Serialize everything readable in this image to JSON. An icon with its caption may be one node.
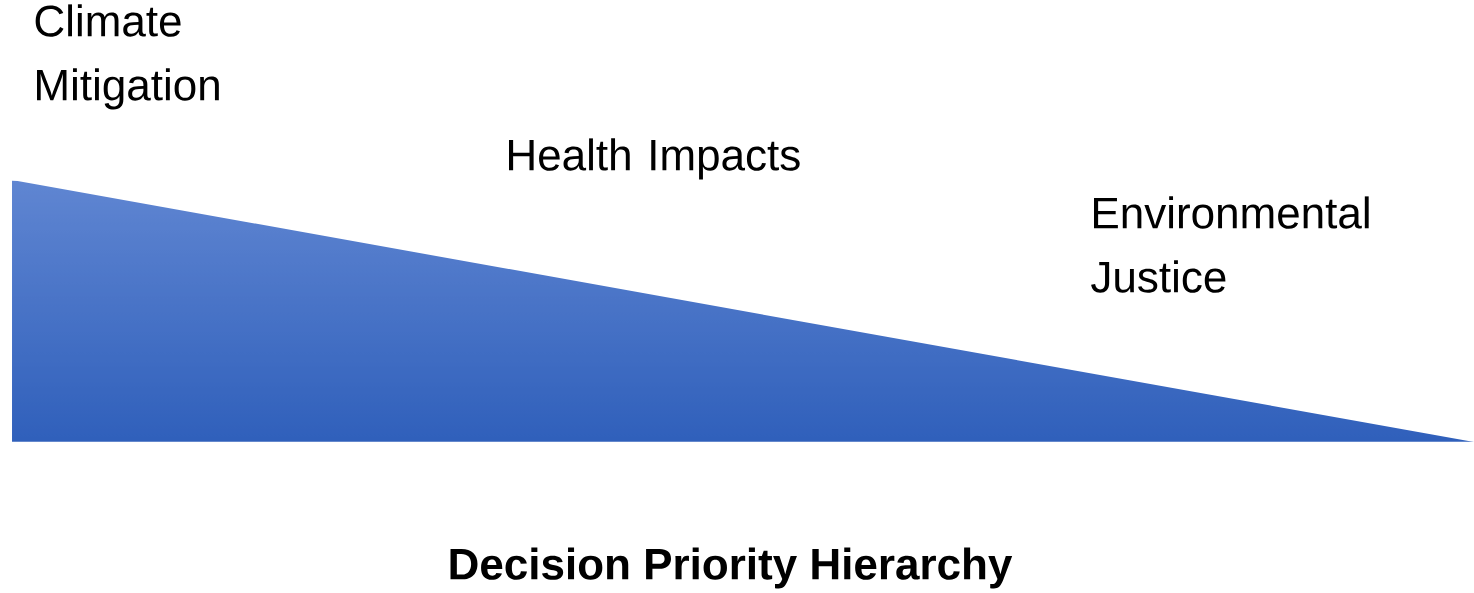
{
  "diagram": {
    "caption": "Decision Priority Hierarchy",
    "labels": [
      "Climate Mitigation",
      "Health Impacts",
      "Environmental Justice"
    ]
  }
}
